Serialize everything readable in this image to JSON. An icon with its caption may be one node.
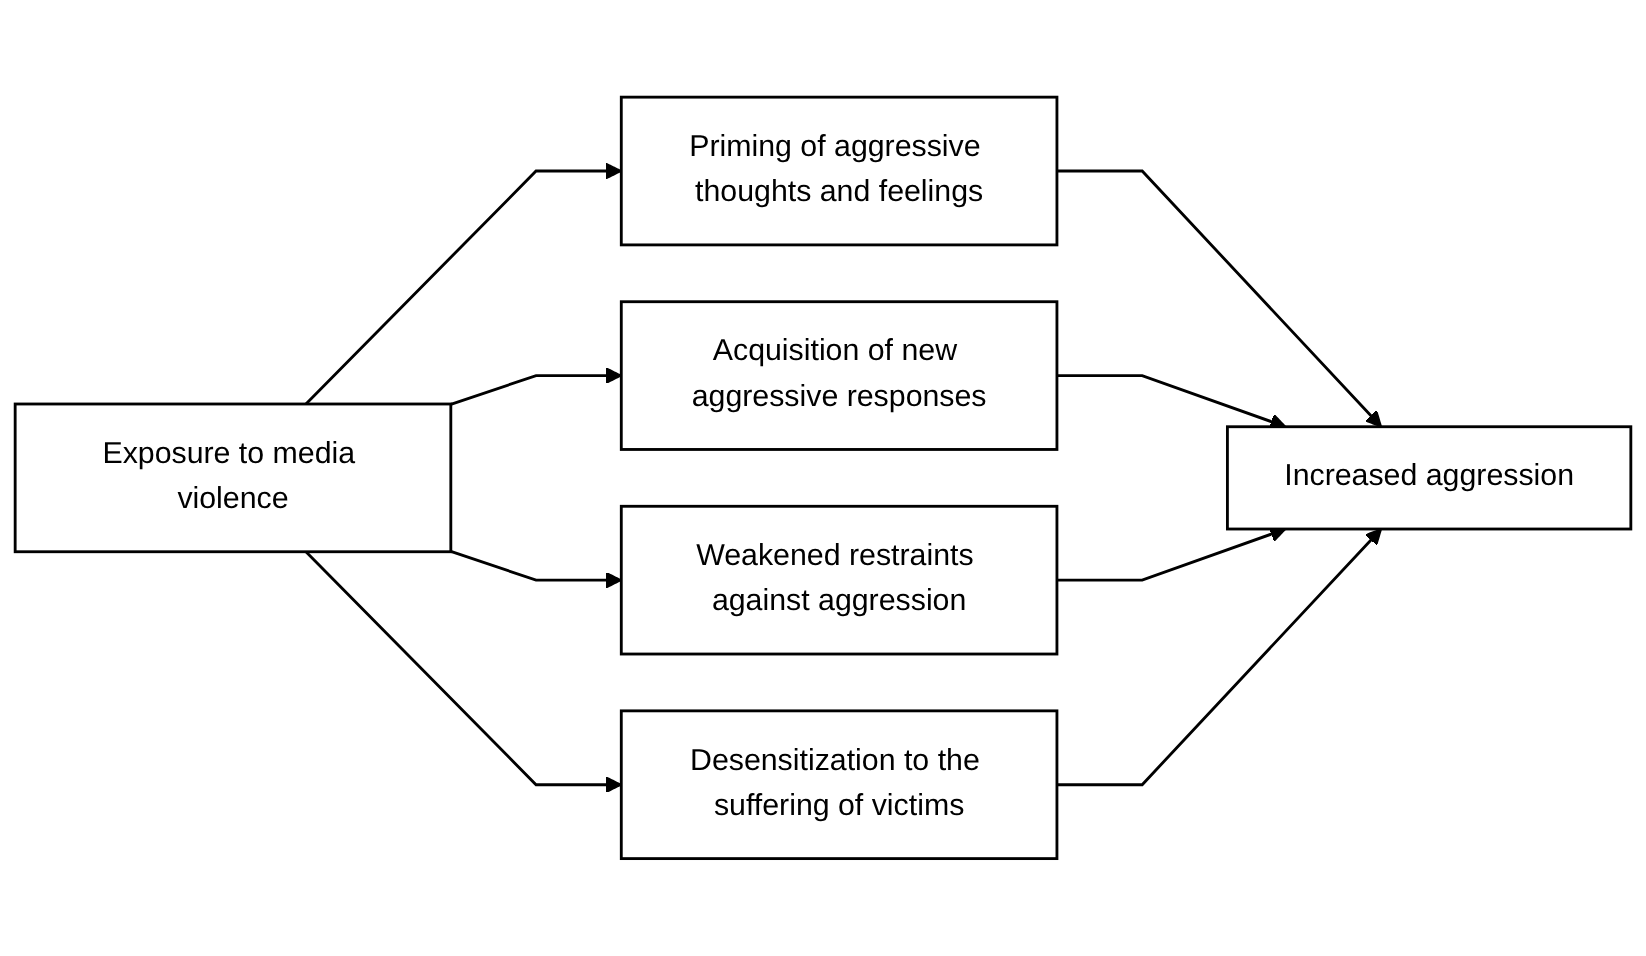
{
  "diagram": {
    "nodes": [
      {
        "text": [
          "Exposure to media violence"
        ]
      },
      {
        "text": [
          "Priming of aggressive thoughts and feelings"
        ]
      },
      {
        "text": [
          "Acquisition of new aggressive responses"
        ]
      },
      {
        "text": [
          "Weakened restraints against aggression"
        ]
      },
      {
        "text": [
          "Desensitization to the suffering of victims"
        ]
      },
      {
        "text": [
          "Increased aggression"
        ]
      }
    ],
    "edges": [
      {
        "from": 0,
        "to": 1,
        "arrow": "to"
      },
      {
        "from": 0,
        "to": 2,
        "arrow": "to"
      },
      {
        "from": 0,
        "to": 3,
        "arrow": "to"
      },
      {
        "from": 0,
        "to": 4,
        "arrow": "to"
      },
      {
        "from": 1,
        "to": 5,
        "arrow": "to"
      },
      {
        "from": 2,
        "to": 5,
        "arrow": "to"
      },
      {
        "from": 3,
        "to": 5,
        "arrow": "to"
      },
      {
        "from": 4,
        "to": 5,
        "arrow": "to"
      }
    ]
  }
}
